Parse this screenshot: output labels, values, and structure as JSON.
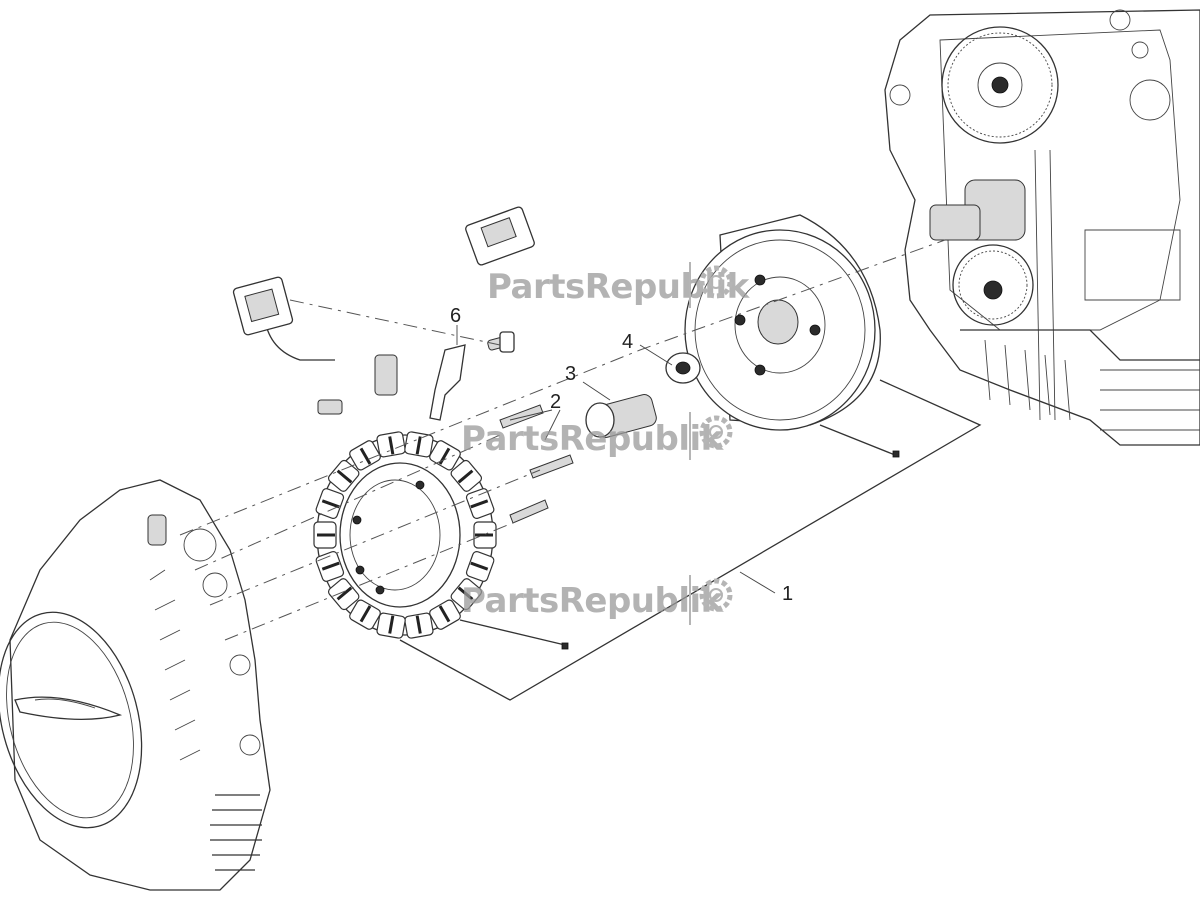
{
  "callouts": [
    "1",
    "2",
    "3",
    "4",
    "6"
  ],
  "watermark": {
    "brand": "PartsRepublik"
  }
}
